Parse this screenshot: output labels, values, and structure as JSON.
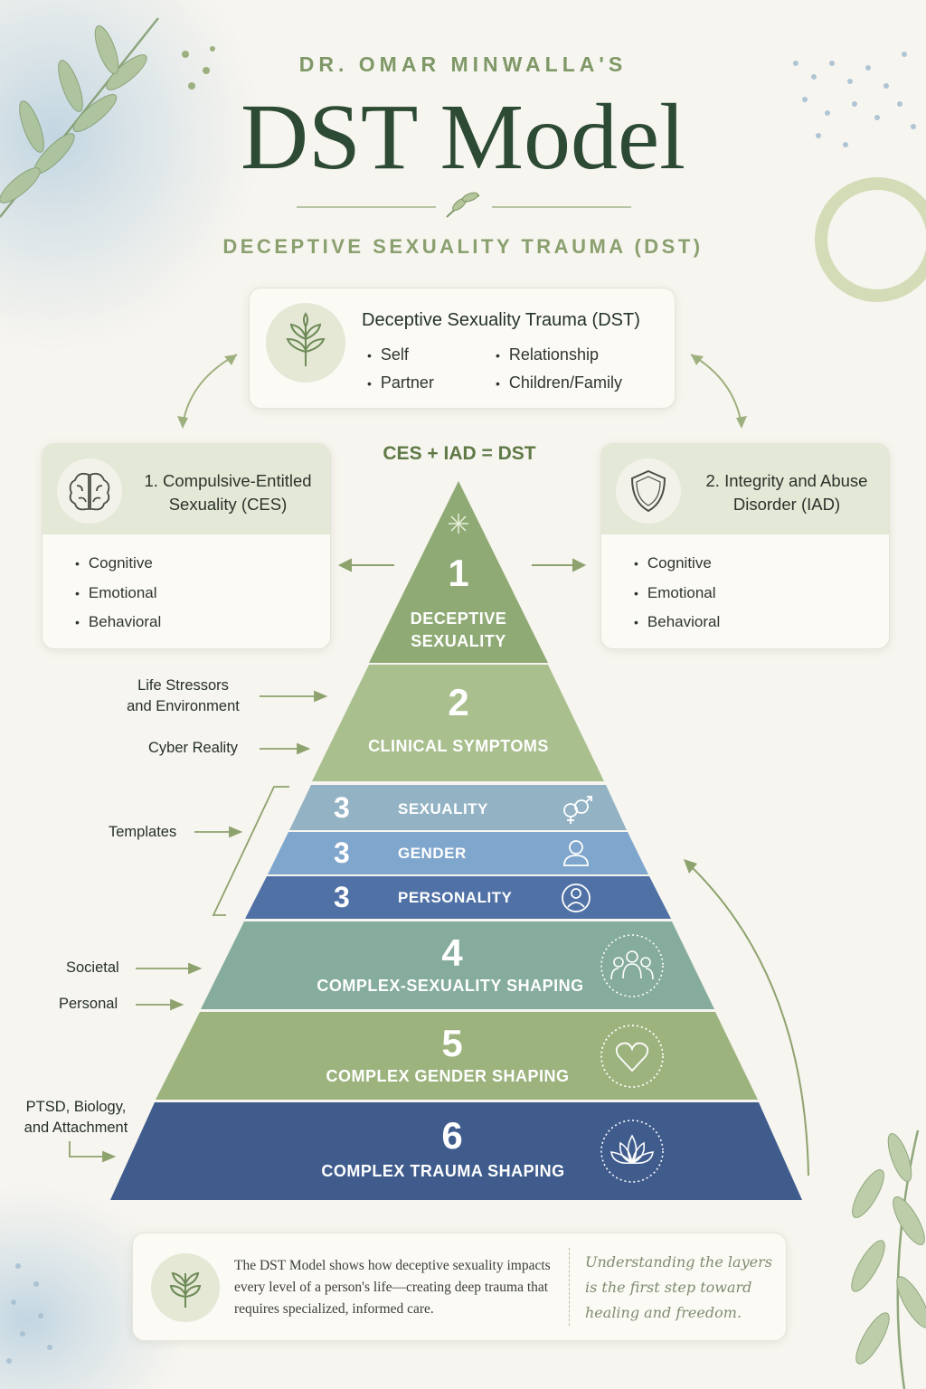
{
  "header": {
    "overline": "DR. OMAR MINWALLA'S",
    "title": "DST Model",
    "subtitle": "DECEPTIVE SEXUALITY TRAUMA (DST)"
  },
  "dst_card": {
    "title": "Deceptive Sexuality Trauma (DST)",
    "items": [
      "Self",
      "Partner",
      "Relationship",
      "Children/Family"
    ],
    "icon": "plant-sprout-icon"
  },
  "formula": "CES + IAD = DST",
  "ces_card": {
    "title_line1": "1. Compulsive-Entitled",
    "title_line2": "Sexuality (CES)",
    "items": [
      "Cognitive",
      "Emotional",
      "Behavioral"
    ],
    "icon": "brain-icon"
  },
  "iad_card": {
    "title_line1": "2. Integrity and Abuse",
    "title_line2": "Disorder (IAD)",
    "items": [
      "Cognitive",
      "Emotional",
      "Behavioral"
    ],
    "icon": "shield-icon"
  },
  "pyramid": {
    "layer1": {
      "number": "1",
      "label_line1": "DECEPTIVE",
      "label_line2": "SEXUALITY",
      "color": "#8faa74"
    },
    "layer2": {
      "number": "2",
      "label": "CLINICAL SYMPTOMS",
      "color": "#a9bf8e"
    },
    "templates": [
      {
        "number": "3",
        "label": "SEXUALITY",
        "icon": "gender-symbols-icon",
        "color": "#93b3c4"
      },
      {
        "number": "3",
        "label": "GENDER",
        "icon": "person-icon",
        "color": "#7fa6cc"
      },
      {
        "number": "3",
        "label": "PERSONALITY",
        "icon": "user-circle-icon",
        "color": "#4f71a5"
      }
    ],
    "layer4": {
      "number": "4",
      "label": "COMPLEX-SEXUALITY SHAPING",
      "icon": "people-group-icon",
      "color": "#85ac9d"
    },
    "layer5": {
      "number": "5",
      "label": "COMPLEX GENDER SHAPING",
      "icon": "heart-icon",
      "color": "#9cb37e"
    },
    "layer6": {
      "number": "6",
      "label": "COMPLEX TRAUMA SHAPING",
      "icon": "lotus-icon",
      "color": "#3f5c8d"
    }
  },
  "side_labels": {
    "life_stressors_line1": "Life Stressors",
    "life_stressors_line2": "and Environment",
    "cyber_reality": "Cyber Reality",
    "templates": "Templates",
    "societal": "Societal",
    "personal": "Personal",
    "ptsd_line1": "PTSD, Biology,",
    "ptsd_line2": "and Attachment"
  },
  "footer": {
    "text": "The DST Model shows how deceptive sexuality impacts every level of a person's life—creating deep trauma that requires specialized, informed care.",
    "quote_line1": "Understanding the layers",
    "quote_line2": "is the first step toward",
    "quote_line3": "healing and freedom."
  }
}
